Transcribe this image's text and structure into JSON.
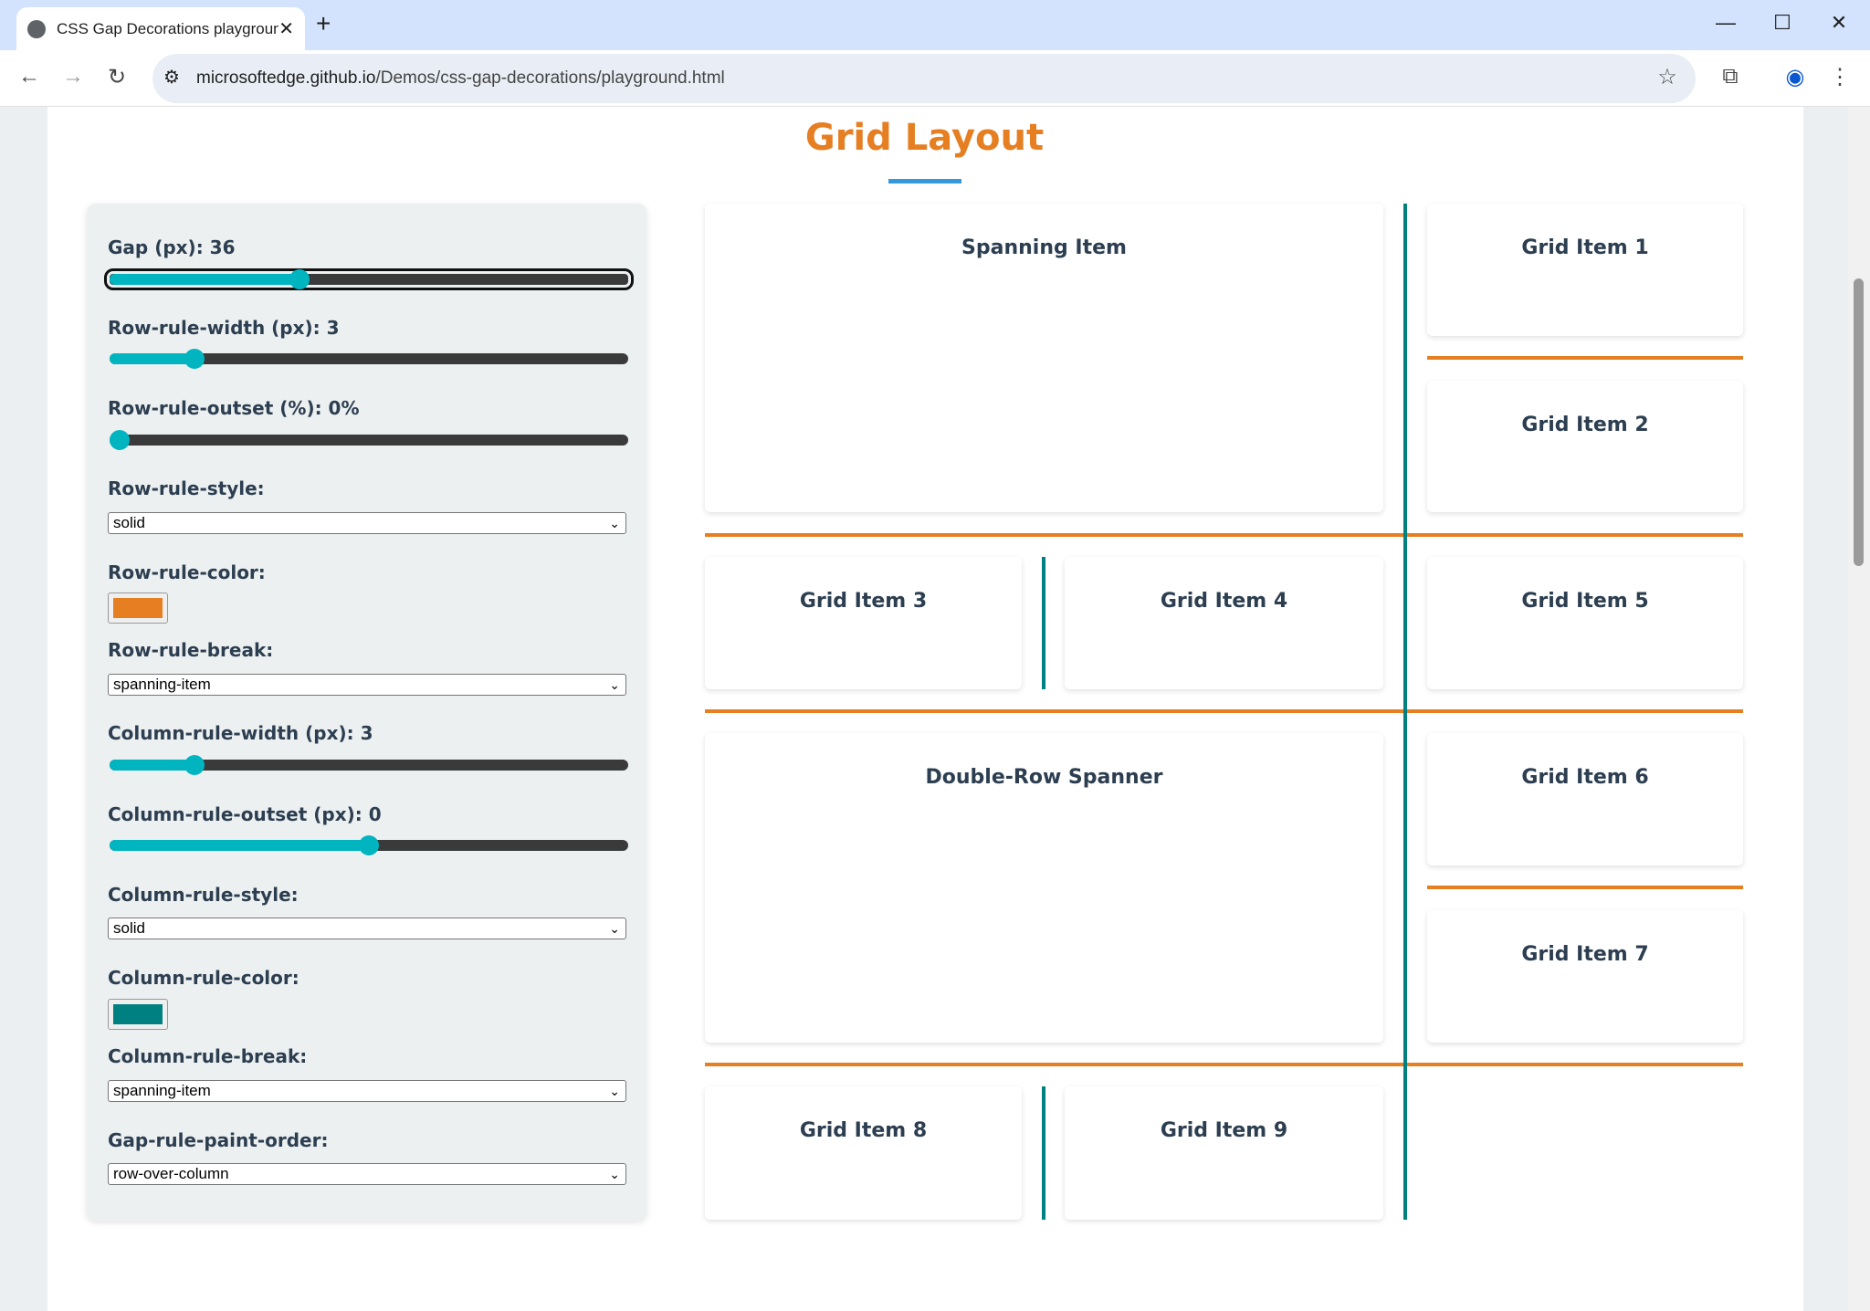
{
  "browser": {
    "tab_title": "CSS Gap Decorations playground",
    "url_domain": "microsoftedge.github.io",
    "url_path": "/Demos/css-gap-decorations/playground.html"
  },
  "page": {
    "title": "Grid Layout"
  },
  "controls": {
    "gap": {
      "label": "Gap (px): 36",
      "value": 36,
      "fraction": 0.366
    },
    "row_rule_width": {
      "label": "Row-rule-width (px): 3",
      "value": 3,
      "fraction": 0.163
    },
    "row_rule_outset": {
      "label": "Row-rule-outset (%): 0%",
      "value": 0,
      "fraction": 0.02
    },
    "row_rule_style": {
      "label": "Row-rule-style:",
      "value": "solid"
    },
    "row_rule_color": {
      "label": "Row-rule-color:",
      "value": "#e67e22"
    },
    "row_rule_break": {
      "label": "Row-rule-break:",
      "value": "spanning-item"
    },
    "column_rule_width": {
      "label": "Column-rule-width (px): 3",
      "value": 3,
      "fraction": 0.163
    },
    "column_rule_outset": {
      "label": "Column-rule-outset (px): 0",
      "value": 0,
      "fraction": 0.5
    },
    "column_rule_style": {
      "label": "Column-rule-style:",
      "value": "solid"
    },
    "column_rule_color": {
      "label": "Column-rule-color:",
      "value": "#008080"
    },
    "column_rule_break": {
      "label": "Column-rule-break:",
      "value": "spanning-item"
    },
    "gap_rule_paint_order": {
      "label": "Gap-rule-paint-order:",
      "value": "row-over-column"
    }
  },
  "grid": {
    "items": [
      "Spanning Item",
      "Grid Item 1",
      "Grid Item 2",
      "Grid Item 3",
      "Grid Item 4",
      "Grid Item 5",
      "Double-Row Spanner",
      "Grid Item 6",
      "Grid Item 7",
      "Grid Item 8",
      "Grid Item 9"
    ]
  },
  "colors": {
    "accent": "#e67e22",
    "row_rule": "#e67e22",
    "column_rule": "#008080",
    "slider": "#00b5c0",
    "underline": "#3498db"
  }
}
